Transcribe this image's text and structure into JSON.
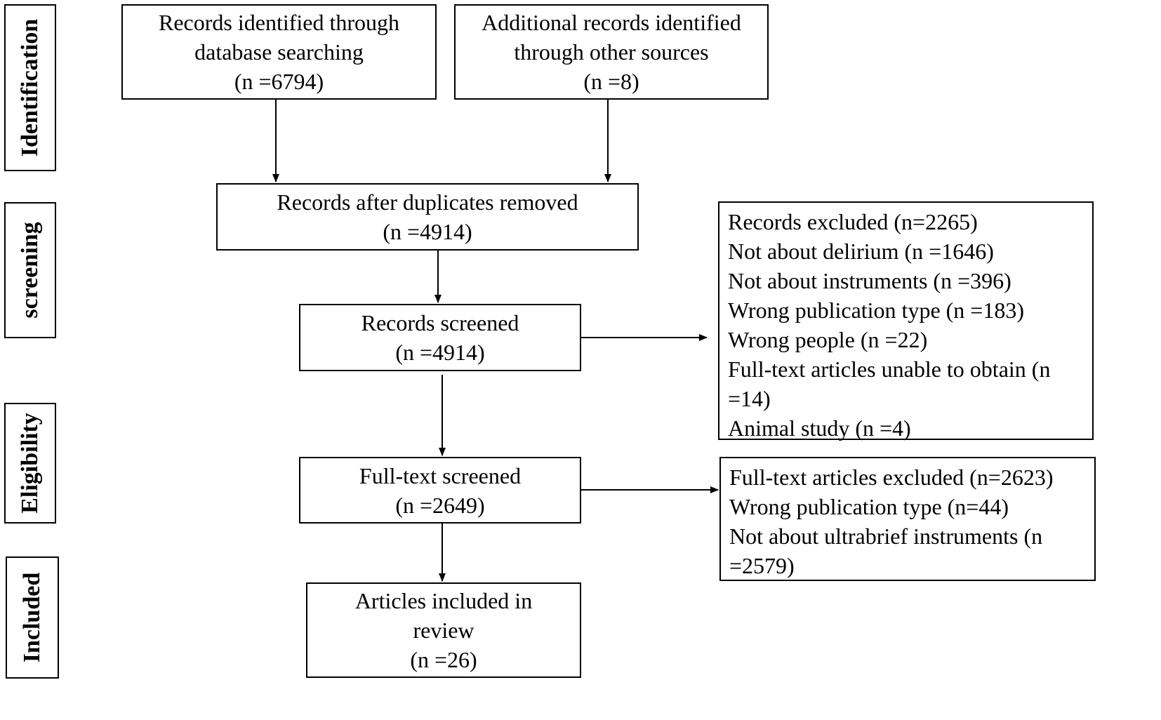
{
  "stages": {
    "identification": "Identification",
    "screening": "screening",
    "eligibility": "Eligibility",
    "included": "Included"
  },
  "identification": {
    "database": {
      "line1": "Records identified through",
      "line2": "database searching",
      "count": "(n =6794)"
    },
    "other_sources": {
      "line1": "Additional records identified",
      "line2": "through other sources",
      "count": "(n =8)"
    }
  },
  "duplicates_removed": {
    "line1": "Records after duplicates removed",
    "count": "(n =4914)"
  },
  "records_screened": {
    "line1": "Records screened",
    "count": "(n =4914)"
  },
  "records_excluded": {
    "lines": [
      "Records excluded (n=2265)",
      "Not about delirium (n =1646)",
      "Not about instruments (n =396)",
      "Wrong publication type (n =183)",
      "Wrong people (n =22)",
      "Full-text articles unable to obtain (n",
      "=14)",
      "Animal study (n =4)"
    ]
  },
  "fulltext_screened": {
    "line1": "Full-text screened",
    "count": "(n =2649)"
  },
  "fulltext_excluded": {
    "lines": [
      "Full-text articles excluded (n=2623)",
      "Wrong publication type (n=44)",
      "Not about ultrabrief instruments (n",
      "=2579)"
    ]
  },
  "included": {
    "line1": "Articles included in",
    "line2": "review",
    "count": "(n =26)"
  }
}
